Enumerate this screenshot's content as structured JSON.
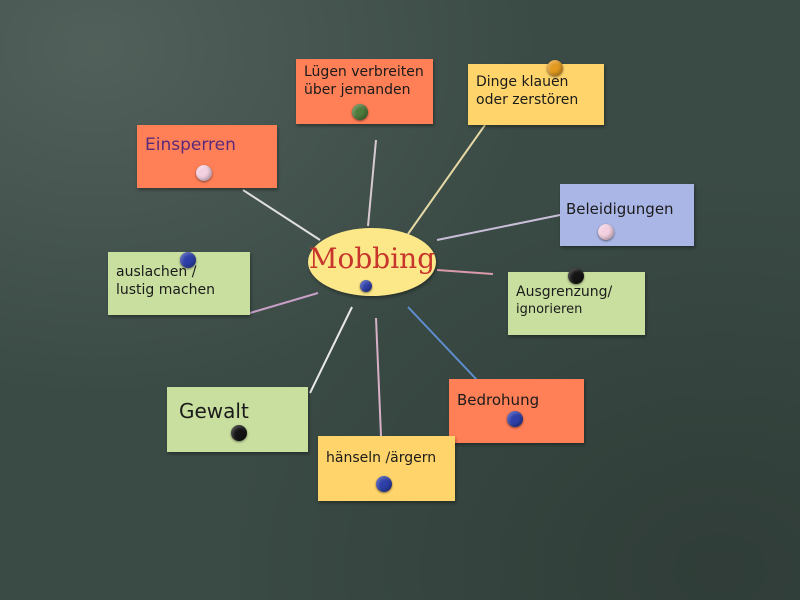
{
  "board": {
    "background": "#3a4a44"
  },
  "center": {
    "label": "Mobbing",
    "card_color": "#fde889",
    "text_color": "#c8352c"
  },
  "cards": {
    "luegen": {
      "lines": [
        "Lügen verbreiten",
        "über jemanden"
      ],
      "color": "#ff7f57",
      "magnet": "green"
    },
    "dinge": {
      "lines": [
        "Dinge klauen",
        "oder zerstören"
      ],
      "color": "#ffd46b",
      "magnet": "orange"
    },
    "einsperren": {
      "lines": [
        "Einsperren"
      ],
      "color": "#ff7f57",
      "magnet": "pink"
    },
    "beleidigungen": {
      "lines": [
        "Beleidigungen"
      ],
      "color": "#aab6e6",
      "magnet": "pink"
    },
    "auslachen": {
      "lines": [
        "auslachen /",
        "lustig machen"
      ],
      "color": "#c9df9f",
      "magnet": "blue"
    },
    "ausgrenzung": {
      "lines": [
        "Ausgrenzung/",
        "ignorieren"
      ],
      "color": "#c9df9f",
      "magnet": "black"
    },
    "gewalt": {
      "lines": [
        "Gewalt"
      ],
      "color": "#c9df9f",
      "magnet": "black"
    },
    "bedrohung": {
      "lines": [
        "Bedrohung"
      ],
      "color": "#ff7f57",
      "magnet": "blue"
    },
    "haenseln": {
      "lines": [
        "hänseln /ärgern"
      ],
      "color": "#ffd46b",
      "magnet": "blue"
    }
  }
}
